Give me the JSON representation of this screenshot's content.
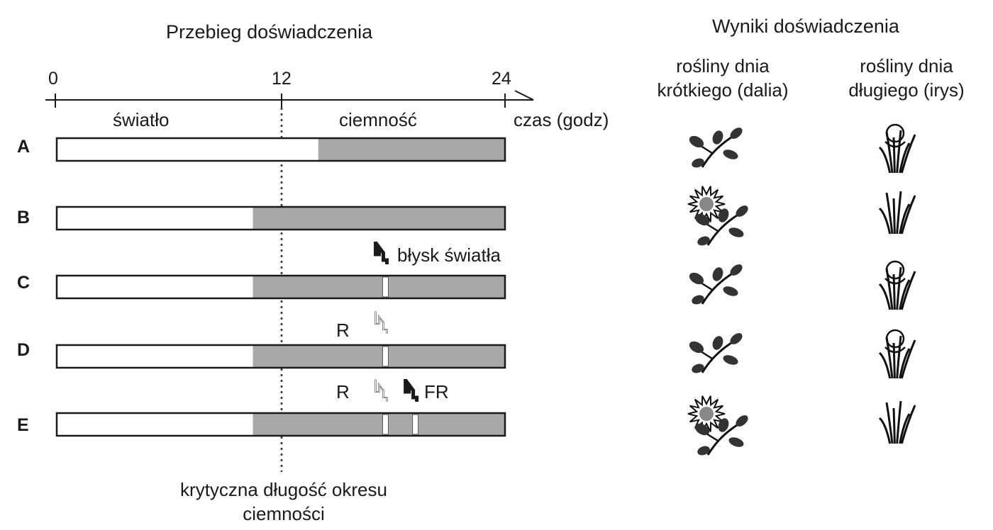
{
  "left_title": "Przebieg doświadczenia",
  "right_title": "Wyniki doświadczenia",
  "axis": {
    "ticks": [
      "0",
      "12",
      "24"
    ],
    "unit_label": "czas (godz)",
    "light_label": "światło",
    "dark_label": "ciemność"
  },
  "critical_label": [
    "krytyczna długość okresu",
    "ciemności"
  ],
  "columns": {
    "short_day": [
      "rośliny dnia",
      "krótkiego (dalia)"
    ],
    "long_day": [
      "rośliny dnia",
      "długiego (irys)"
    ]
  },
  "rows": [
    {
      "label": "A",
      "light_hours": 14,
      "dark_hours": 10,
      "flashes": [],
      "short_day_result": "vegetative",
      "long_day_result": "flowering"
    },
    {
      "label": "B",
      "light_hours": 10.5,
      "dark_hours": 13.5,
      "flashes": [],
      "short_day_result": "flowering",
      "long_day_result": "vegetative"
    },
    {
      "label": "C",
      "light_hours": 10.5,
      "dark_hours": 13.5,
      "flashes": [
        {
          "label": "błysk światła",
          "hour": 17.6
        }
      ],
      "short_day_result": "vegetative",
      "long_day_result": "flowering"
    },
    {
      "label": "D",
      "light_hours": 10.5,
      "dark_hours": 13.5,
      "flashes": [
        {
          "label": "R",
          "hour": 17.6
        }
      ],
      "short_day_result": "vegetative",
      "long_day_result": "flowering"
    },
    {
      "label": "E",
      "light_hours": 10.5,
      "dark_hours": 13.5,
      "flashes": [
        {
          "label": "R",
          "hour": 17.6
        },
        {
          "label": "FR",
          "hour": 19.2
        }
      ],
      "short_day_result": "flowering",
      "long_day_result": "vegetative"
    }
  ],
  "colors": {
    "light": "#ffffff",
    "dark": "#a8a8a8",
    "outline": "#1a1a1a"
  }
}
